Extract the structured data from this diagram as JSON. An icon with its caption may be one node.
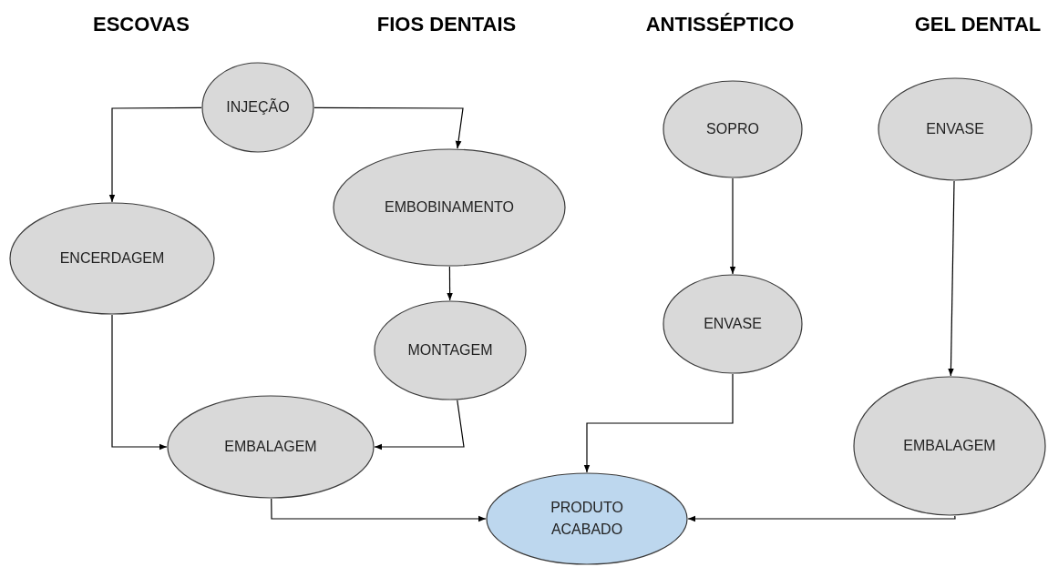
{
  "diagram": {
    "nodes": [
      {
        "text": [
          "INJEÇÃO"
        ]
      },
      {
        "text": [
          "EMBOBINAMENTO"
        ]
      },
      {
        "text": [
          "ENCERDAGEM"
        ]
      },
      {
        "text": [
          "MONTAGEM"
        ]
      },
      {
        "text": [
          "EMBALAGEM"
        ]
      },
      {
        "text": [
          "SOPRO"
        ]
      },
      {
        "text": [
          "ENVASE"
        ]
      },
      {
        "text": [
          "ENVASE"
        ]
      },
      {
        "text": [
          "EMBALAGEM"
        ]
      },
      {
        "text": [
          "PRODUTO ACABADO"
        ]
      }
    ],
    "edges": [
      {
        "from": 0,
        "to": 2,
        "arrow": "to"
      },
      {
        "from": 0,
        "to": 1,
        "arrow": "to"
      },
      {
        "from": 1,
        "to": 3,
        "arrow": "to"
      },
      {
        "from": 2,
        "to": 4,
        "arrow": "to"
      },
      {
        "from": 3,
        "to": 4,
        "arrow": "to"
      },
      {
        "from": 5,
        "to": 6,
        "arrow": "to"
      },
      {
        "from": 6,
        "to": 9,
        "arrow": "to"
      },
      {
        "from": 7,
        "to": 8,
        "arrow": "to"
      },
      {
        "from": 4,
        "to": 9,
        "arrow": "to"
      },
      {
        "from": 8,
        "to": 9,
        "arrow": "to"
      }
    ],
    "labels": [
      "ESCOVAS",
      "FIOS DENTAIS",
      "ANTISSÉPTICO",
      "GEL DENTAL"
    ]
  }
}
